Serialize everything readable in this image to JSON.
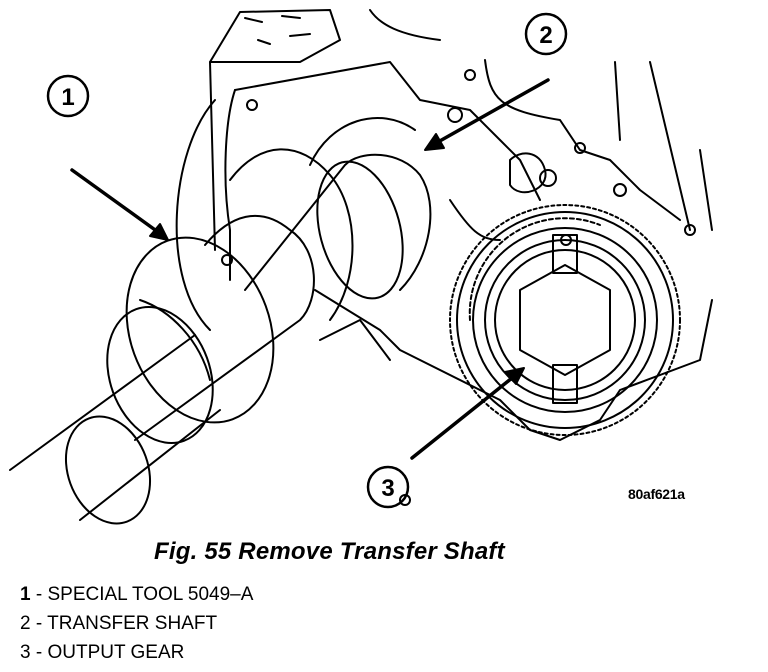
{
  "figure": {
    "caption": "Fig. 55 Remove Transfer Shaft",
    "code": "80af621a",
    "callouts": [
      {
        "number": "1",
        "label": "SPECIAL TOOL 5049–A"
      },
      {
        "number": "2",
        "label": "TRANSFER SHAFT"
      },
      {
        "number": "3",
        "label": "OUTPUT GEAR"
      }
    ],
    "separator": " - "
  }
}
